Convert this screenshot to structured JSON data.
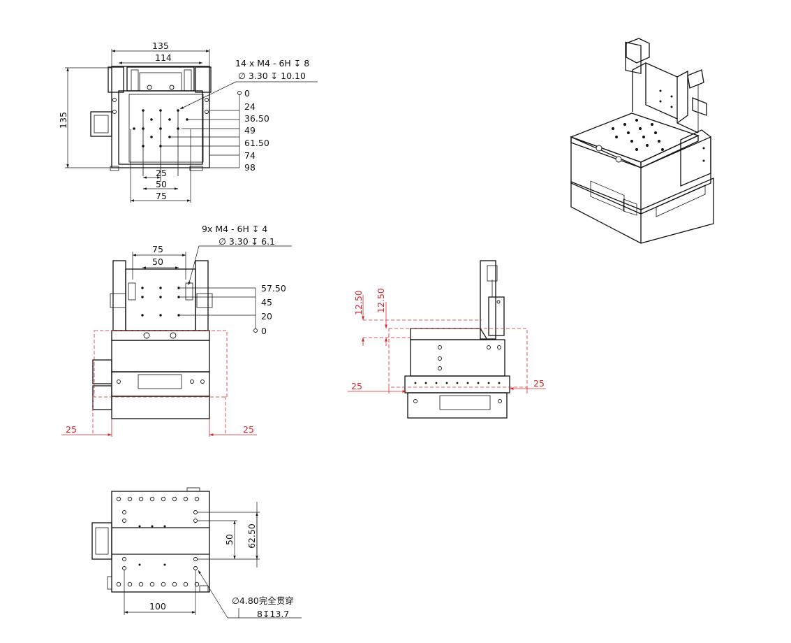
{
  "top_view": {
    "width_outer": "135",
    "width_inner": "114",
    "height": "135",
    "note_line1": "14 x  M4 - 6H ↧ 8",
    "note_line2": "∅ 3.30 ↧ 10.10",
    "right_dims": [
      "0",
      "24",
      "36.50",
      "49",
      "61.50",
      "74",
      "98"
    ],
    "bottom_dims": [
      "25",
      "50",
      "75"
    ]
  },
  "front_view": {
    "dim_75": "75",
    "dim_50": "50",
    "note_line1": "9x  M4 - 6H ↧ 4",
    "note_line2": "∅ 3.30 ↧ 6.1",
    "right_dims": [
      "57.50",
      "45",
      "20",
      "0"
    ],
    "travel_left": "25",
    "travel_right": "25"
  },
  "side_view": {
    "vert_dim_1": "12.50",
    "vert_dim_2": "12.50",
    "travel_left": "25",
    "travel_right": "25"
  },
  "bottom_view": {
    "dim_50": "50",
    "dim_62_50": "62.50",
    "dim_100": "100",
    "note_line1": "∅4.80完全贯穿",
    "note_line2": "8↧13.7"
  },
  "colors": {
    "line": "#111111",
    "travel": "#d6262b"
  }
}
